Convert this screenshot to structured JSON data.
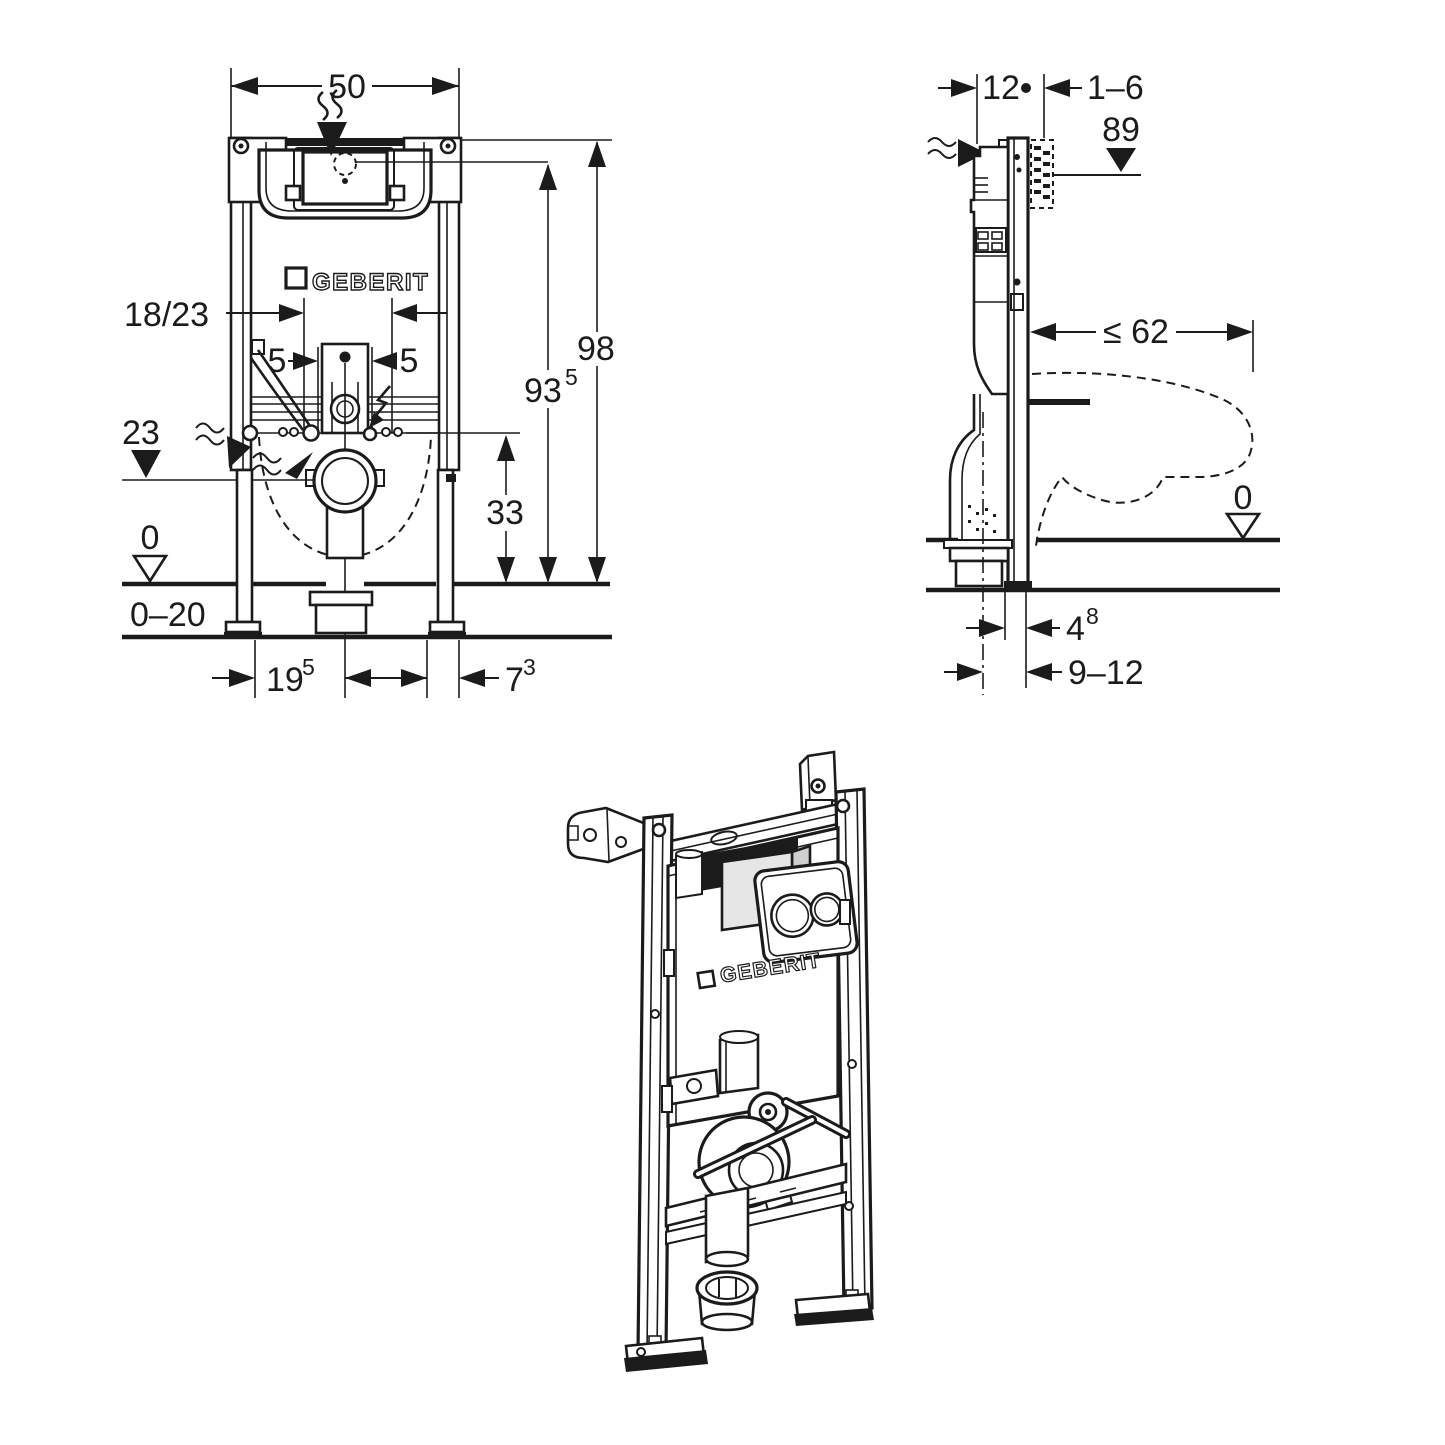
{
  "views": {
    "front": {
      "logo_text": "GEBERIT",
      "dims": {
        "width": "50",
        "overall_height": "98",
        "top_height_main": "93",
        "top_height_sup": "5",
        "fixing_spacing": "18/23",
        "left_offset": "5",
        "right_offset": "5",
        "inlet_height": "23",
        "floor_level": "0",
        "adjust_range": "0–20",
        "bottom_left_main": "19",
        "bottom_left_sup": "5",
        "bottom_right_main": "7",
        "bottom_right_sup": "3",
        "drain_height": "33"
      }
    },
    "side": {
      "dims": {
        "frame_depth": "12",
        "wall_finish_range": "1–6",
        "actuation_height": "89",
        "pan_depth_max": "≤ 62",
        "floor_level": "0",
        "drain_setback_main": "4",
        "drain_setback_sup": "8",
        "drain_offset_range": "9–12"
      }
    },
    "product": {
      "logo_text": "GEBERIT"
    }
  }
}
